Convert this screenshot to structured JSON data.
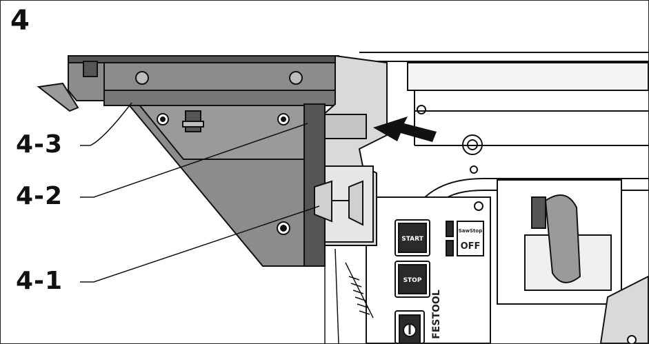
{
  "figure": {
    "number": "4"
  },
  "callouts": [
    {
      "id": "4-3",
      "label": "4-3"
    },
    {
      "id": "4-2",
      "label": "4-2"
    },
    {
      "id": "4-1",
      "label": "4-1"
    }
  ],
  "control_panel": {
    "start_label": "START",
    "stop_label": "STOP",
    "sawstop_label": "SawStop",
    "off_label": "OFF",
    "brand_label": "FESTOOL"
  },
  "colors": {
    "line": "#111111",
    "gray_part": "#8c8c8c",
    "dark_part": "#555555",
    "light_part": "#d9d9d9",
    "arrow": "#111111"
  }
}
